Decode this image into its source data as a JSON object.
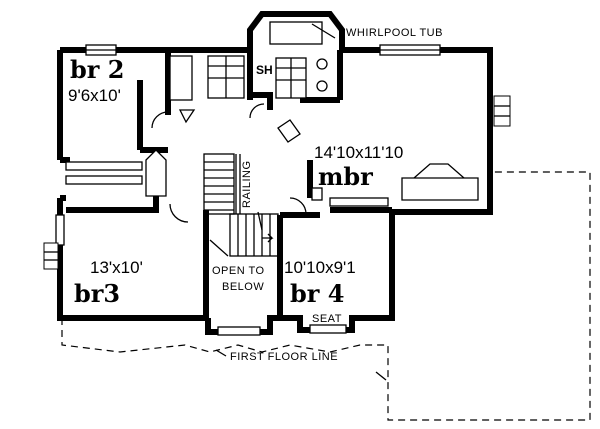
{
  "rooms": {
    "br2": {
      "name": "br 2",
      "size": "9'6x10'"
    },
    "mbr": {
      "name": "mbr",
      "size": "14'10x11'10"
    },
    "br3": {
      "name": "br3",
      "size": "13'x10'"
    },
    "br4": {
      "name": "br 4",
      "size": "10'10x9'1"
    }
  },
  "labels": {
    "whirlpool": "WHIRLPOOL TUB",
    "shower": "SH",
    "railing": "RAILING",
    "open_line1": "OPEN TO",
    "open_line2": "BELOW",
    "seat": "SEAT",
    "first_floor": "FIRST FLOOR LINE"
  }
}
